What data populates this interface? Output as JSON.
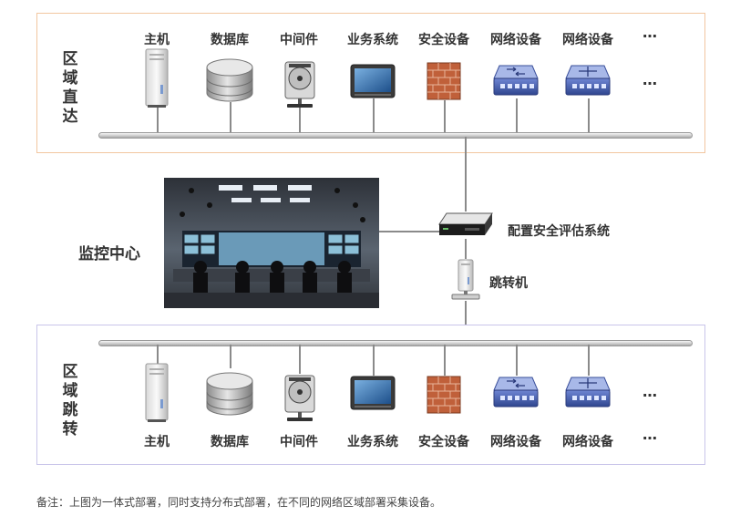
{
  "zones": {
    "top_title": "区域直达",
    "bottom_title": "区域跳转"
  },
  "devices": [
    "主机",
    "数据库",
    "中间件",
    "业务系统",
    "安全设备",
    "网络设备",
    "网络设备"
  ],
  "ellipsis": "…",
  "center": {
    "label": "监控中心",
    "config_system": "配置安全评估系统",
    "jump_host": "跳转机"
  },
  "note": "备注：上图为一体式部署，同时支持分布式部署，在不同的网络区域部署采集设备。",
  "colors": {
    "top_border": "#f2c6a0",
    "bottom_border": "#c9c5ea",
    "firewall": "#c0603a",
    "network_device": "#4a64b4"
  },
  "icons": [
    "server-icon",
    "database-icon",
    "middleware-icon",
    "monitor-icon",
    "firewall-icon",
    "switch-icon",
    "switch-icon",
    "appliance-icon",
    "jump-server-icon",
    "control-room-photo"
  ]
}
